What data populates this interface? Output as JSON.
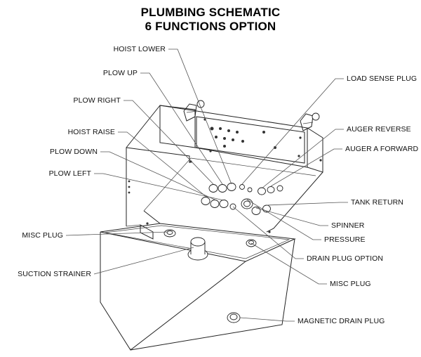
{
  "title": {
    "line1": "PLUMBING SCHEMATIC",
    "line2": "6 FUNCTIONS OPTION"
  },
  "labels": {
    "hoist_lower": "HOIST LOWER",
    "plow_up": "PLOW UP",
    "plow_right": "PLOW RIGHT",
    "hoist_raise": "HOIST RAISE",
    "plow_down": "PLOW DOWN",
    "plow_left": "PLOW LEFT",
    "misc_plug_left": "MISC PLUG",
    "suction_strainer": "SUCTION STRAINER",
    "load_sense_plug": "LOAD SENSE PLUG",
    "auger_reverse": "AUGER REVERSE",
    "auger_a_forward": "AUGER A FORWARD",
    "tank_return": "TANK RETURN",
    "spinner": "SPINNER",
    "pressure": "PRESSURE",
    "drain_plug_option": "DRAIN PLUG OPTION",
    "misc_plug_right": "MISC PLUG",
    "magnetic_drain_plug": "MAGNETIC DRAIN PLUG"
  }
}
